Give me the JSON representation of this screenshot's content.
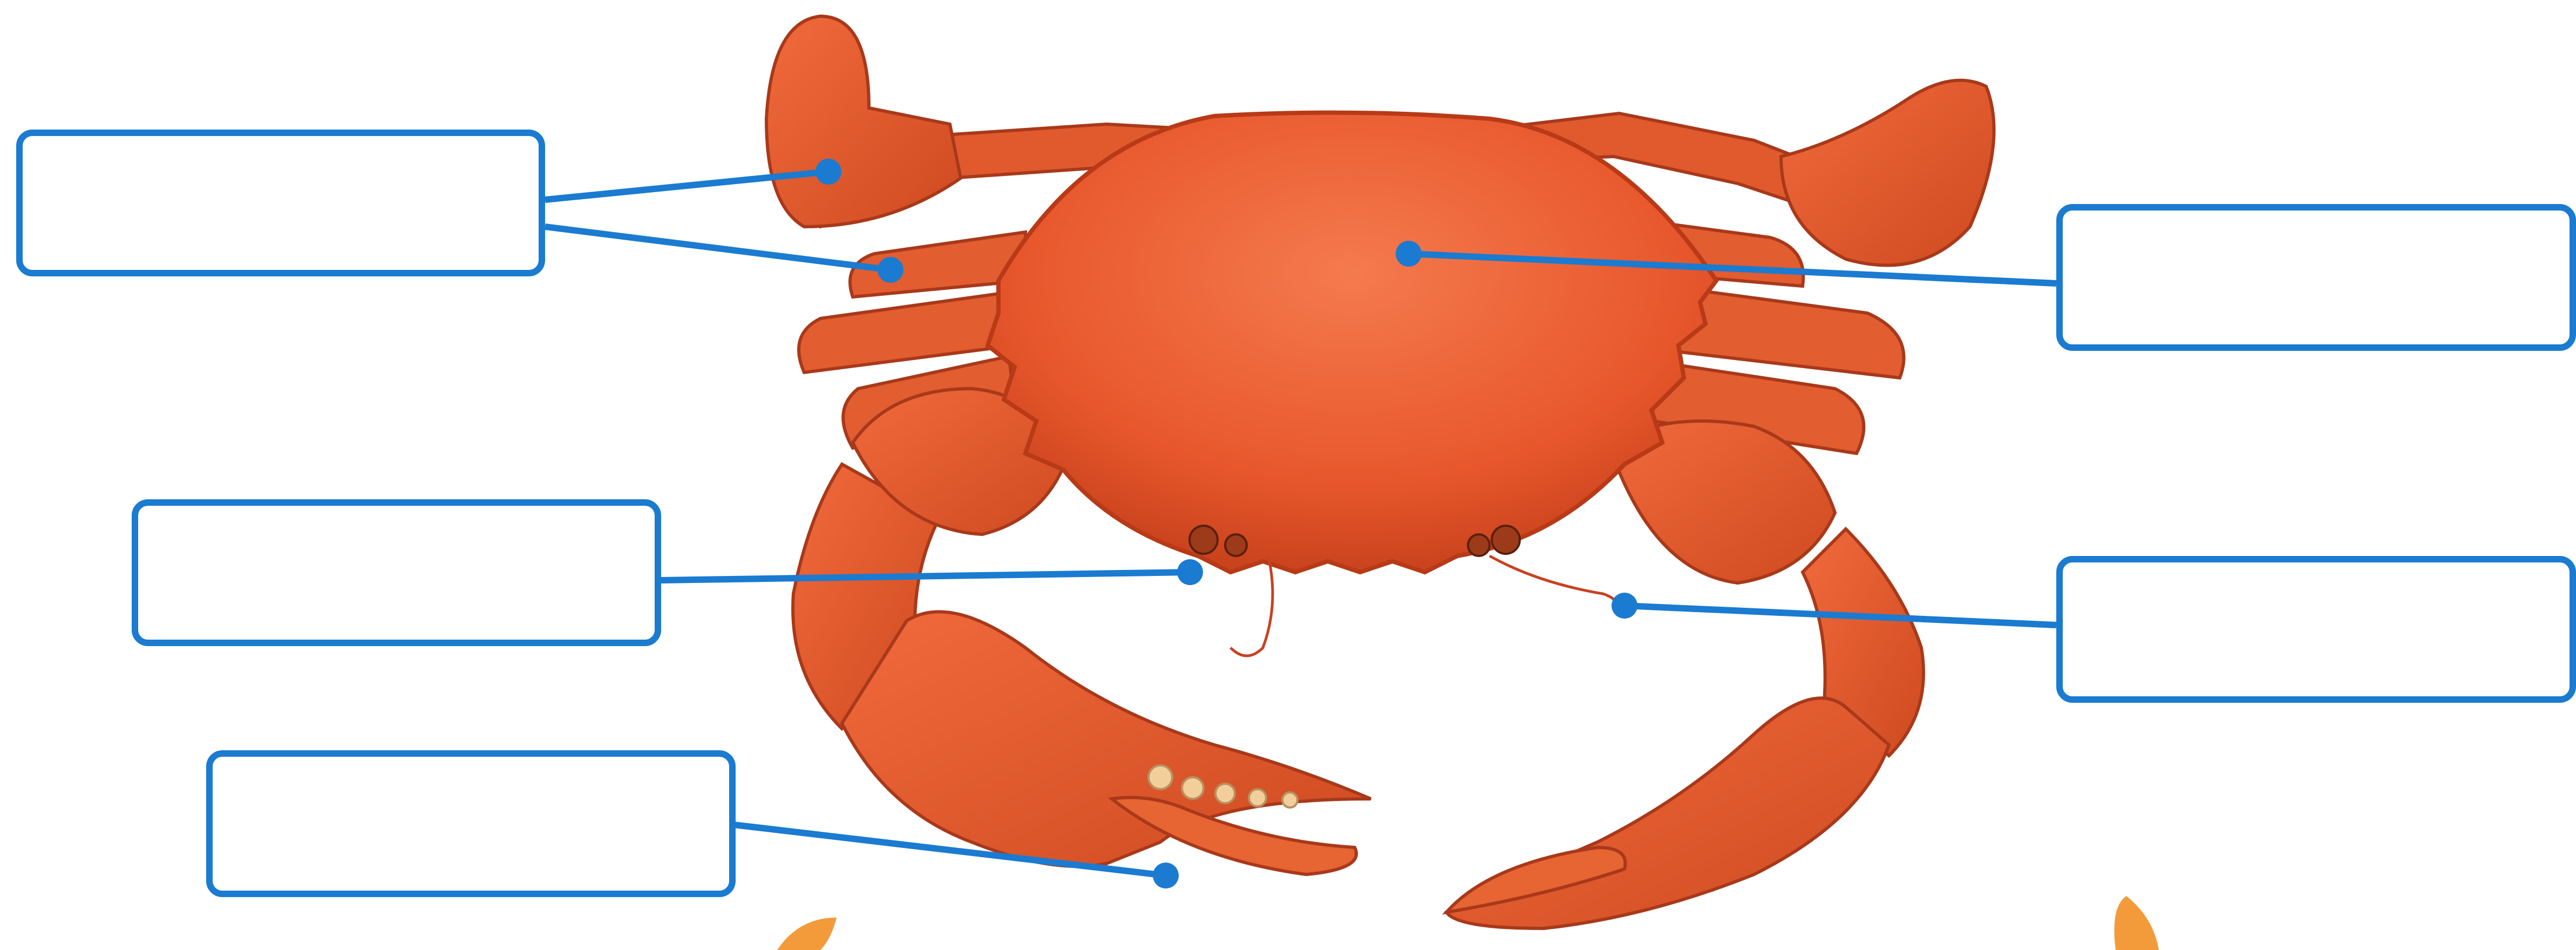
{
  "diagram": {
    "subject": "crab",
    "colors": {
      "accent": "#1a7bd1",
      "shell": "#e8572c",
      "shell_dark": "#b83a17",
      "background": "#ffffff"
    },
    "labels": [
      {
        "id": "swimming-legs",
        "text": ""
      },
      {
        "id": "carapace",
        "text": ""
      },
      {
        "id": "mouthparts",
        "text": ""
      },
      {
        "id": "antenna",
        "text": ""
      },
      {
        "id": "claw",
        "text": ""
      }
    ]
  }
}
